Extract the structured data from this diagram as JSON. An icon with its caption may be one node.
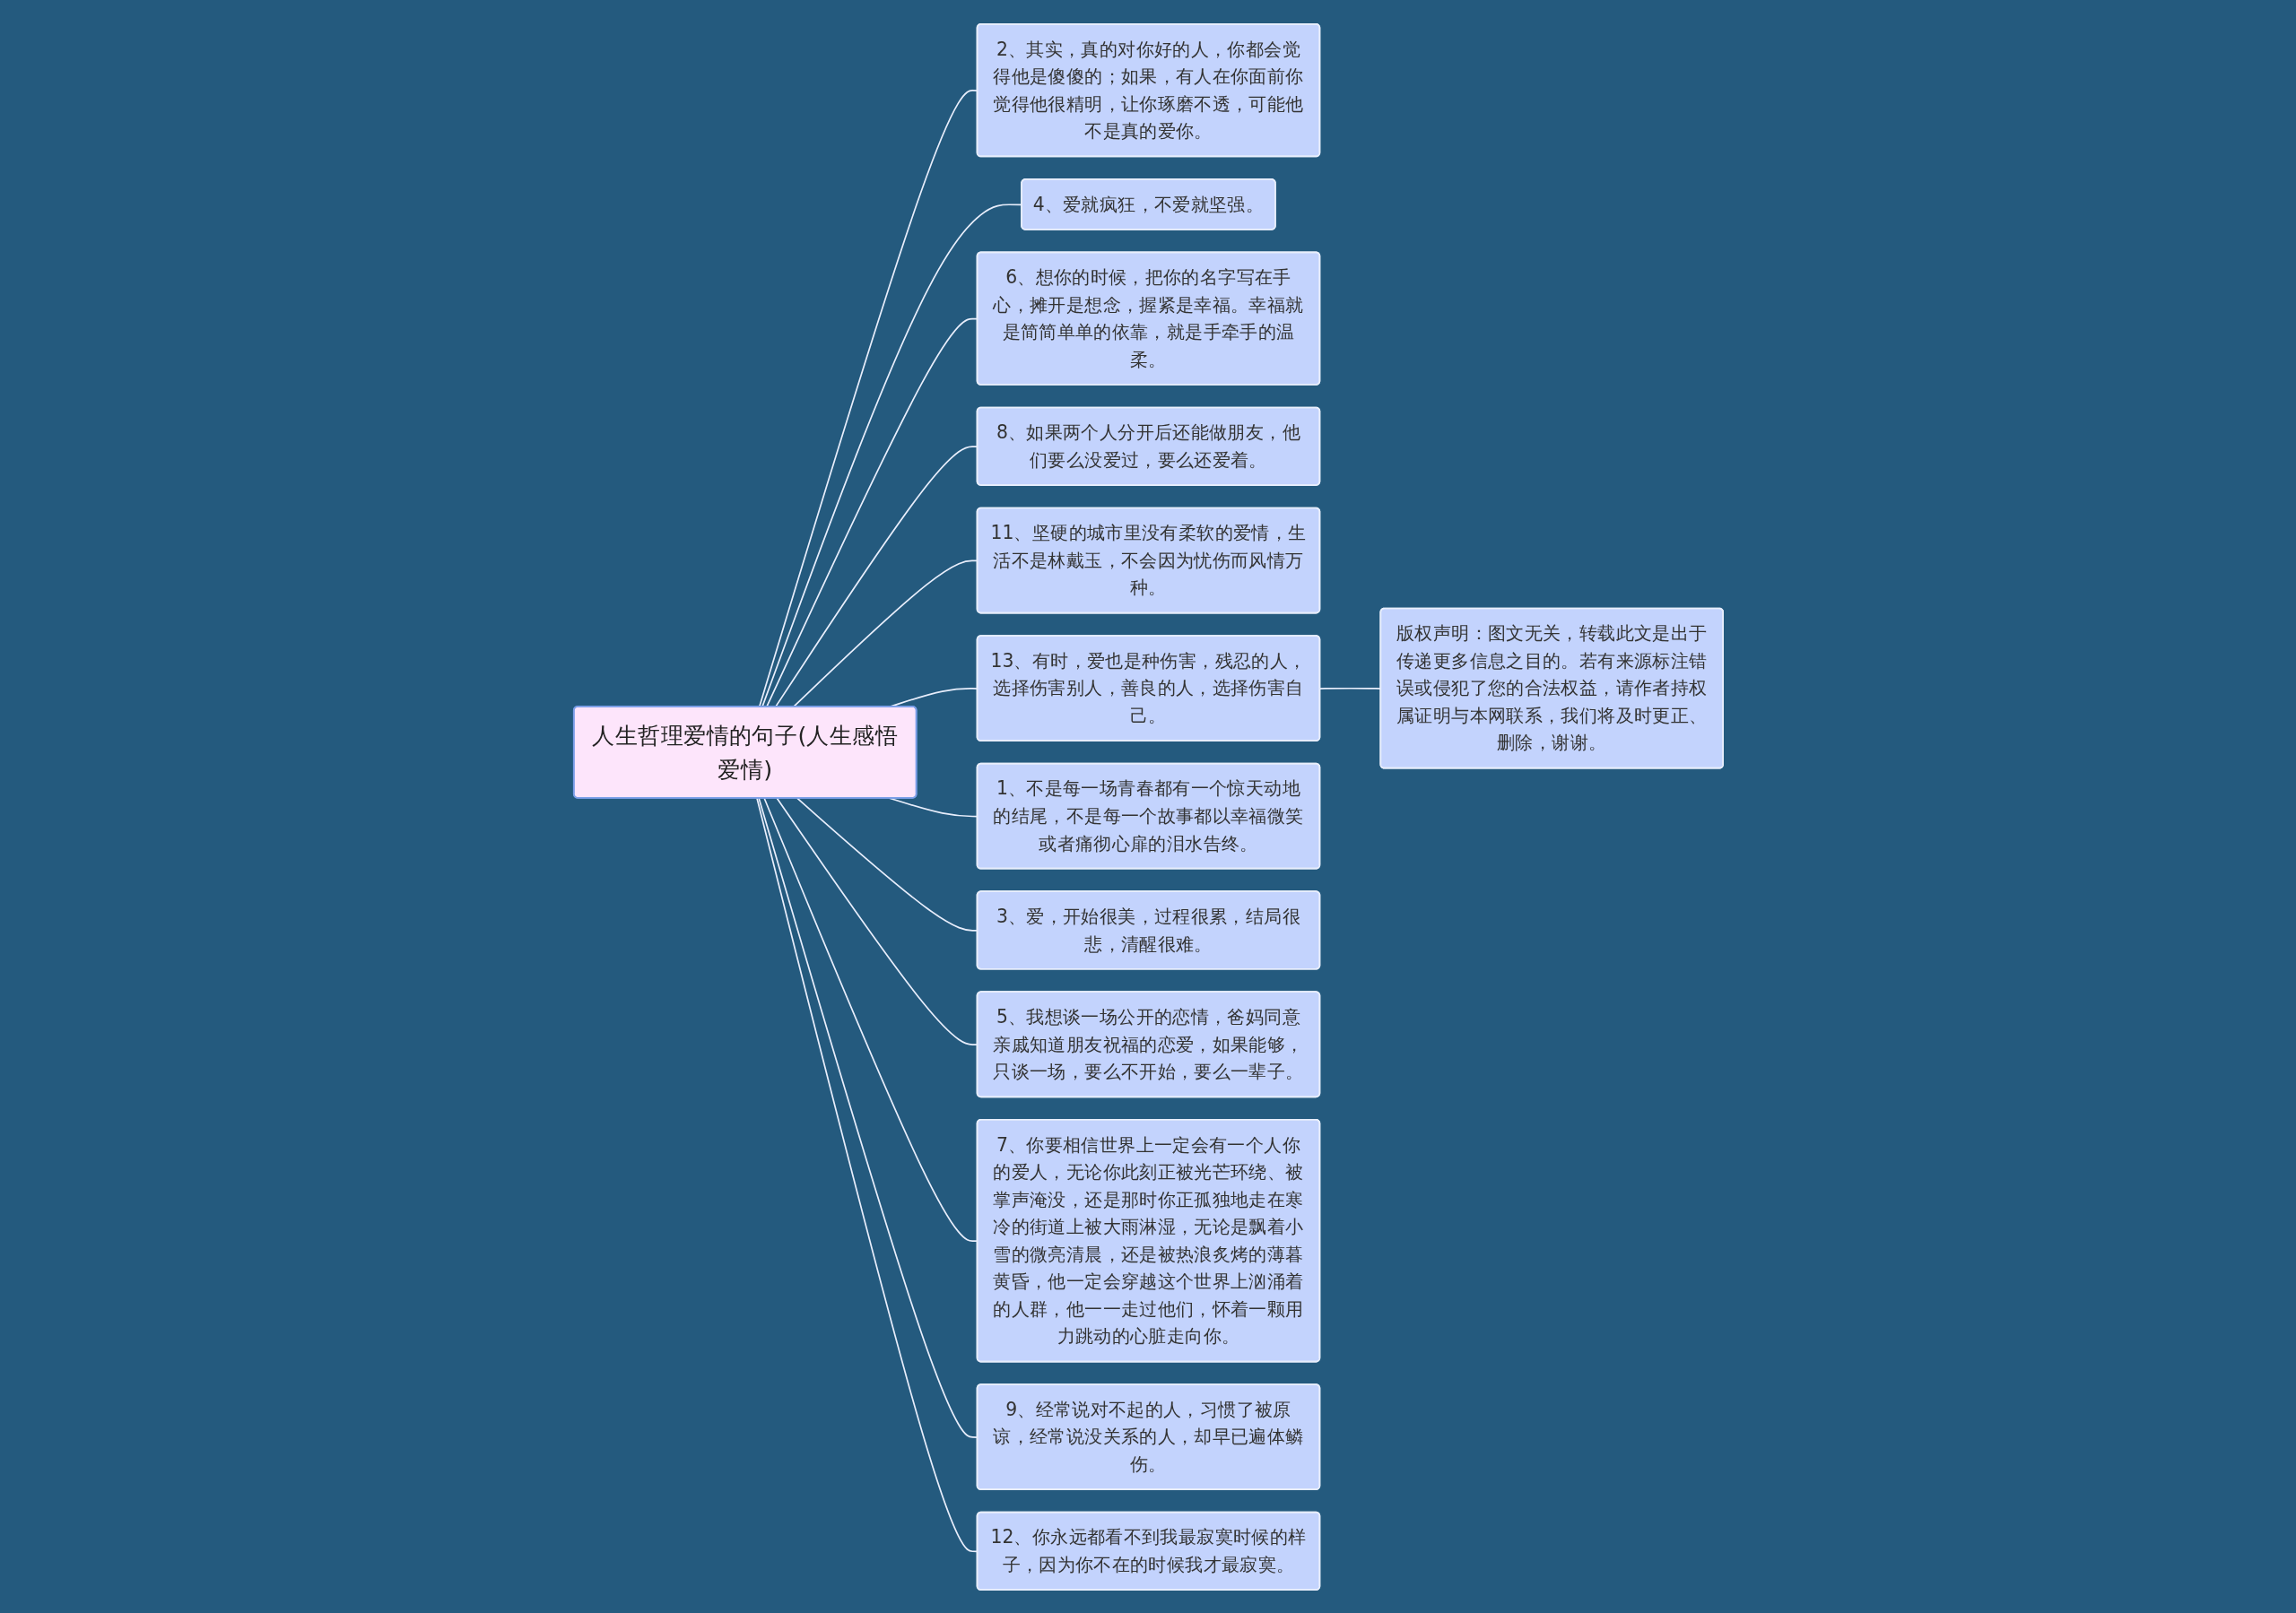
{
  "diagram": {
    "nodes": [
      {
        "text": [
          "人生哲理爱情的句子(人生感悟爱情)"
        ]
      },
      {
        "text": [
          "2、其实，真的对你好的人，你都会觉得他是傻傻的；如果，有人在你面前你觉得他很精明，让你琢磨不透，可能他不是真的爱你。"
        ]
      },
      {
        "text": [
          "4、爱就疯狂，不爱就坚强。"
        ]
      },
      {
        "text": [
          "6、想你的时候，把你的名字写在手心，摊开是想念，握紧是幸福。幸福就是简简单单的依靠，就是手牵手的温柔。"
        ]
      },
      {
        "text": [
          "8、如果两个人分开后还能做朋友，他们要么没爱过，要么还爱着。"
        ]
      },
      {
        "text": [
          "11、坚硬的城市里没有柔软的爱情，生活不是林戴玉，不会因为忧伤而风情万种。"
        ]
      },
      {
        "text": [
          "13、有时，爱也是种伤害，残忍的人，选择伤害别人，善良的人，选择伤害自己。"
        ]
      },
      {
        "text": [
          "版权声明：图文无关，转载此文是出于传递更多信息之目的。若有来源标注错误或侵犯了您的合法权益，请作者持权属证明与本网联系，我们将及时更正、删除，谢谢。"
        ]
      },
      {
        "text": [
          "1、不是每一场青春都有一个惊天动地的结尾，不是每一个故事都以幸福微笑或者痛彻心扉的泪水告终。"
        ]
      },
      {
        "text": [
          "3、爱，开始很美，过程很累，结局很悲，清醒很难。"
        ]
      },
      {
        "text": [
          "5、我想谈一场公开的恋情，爸妈同意亲戚知道朋友祝福的恋爱，如果能够，只谈一场，要么不开始，要么一辈子。"
        ]
      },
      {
        "text": [
          "7、你要相信世界上一定会有一个人你的爱人，无论你此刻正被光芒环绕、被掌声淹没，还是那时你正孤独地走在寒冷的街道上被大雨淋湿，无论是飘着小雪的微亮清晨，还是被热浪炙烤的薄暮黄昏，他一定会穿越这个世界上汹涌着的人群，他一一走过他们，怀着一颗用力跳动的心脏走向你。"
        ]
      },
      {
        "text": [
          "9、经常说对不起的人，习惯了被原谅，经常说没关系的人，却早已遍体鳞伤。"
        ]
      },
      {
        "text": [
          "12、你永远都看不到我最寂寞时候的样子，因为你不在的时候我才最寂寞。"
        ]
      }
    ],
    "edges": [
      {
        "from": 0,
        "to": 1,
        "arrow": "none"
      },
      {
        "from": 0,
        "to": 2,
        "arrow": "none"
      },
      {
        "from": 0,
        "to": 3,
        "arrow": "none"
      },
      {
        "from": 0,
        "to": 4,
        "arrow": "none"
      },
      {
        "from": 0,
        "to": 5,
        "arrow": "none"
      },
      {
        "from": 0,
        "to": 6,
        "arrow": "none"
      },
      {
        "from": 6,
        "to": 7,
        "arrow": "none"
      },
      {
        "from": 0,
        "to": 8,
        "arrow": "none"
      },
      {
        "from": 0,
        "to": 9,
        "arrow": "none"
      },
      {
        "from": 0,
        "to": 10,
        "arrow": "none"
      },
      {
        "from": 0,
        "to": 11,
        "arrow": "none"
      },
      {
        "from": 0,
        "to": 12,
        "arrow": "none"
      },
      {
        "from": 0,
        "to": 13,
        "arrow": "none"
      }
    ]
  }
}
